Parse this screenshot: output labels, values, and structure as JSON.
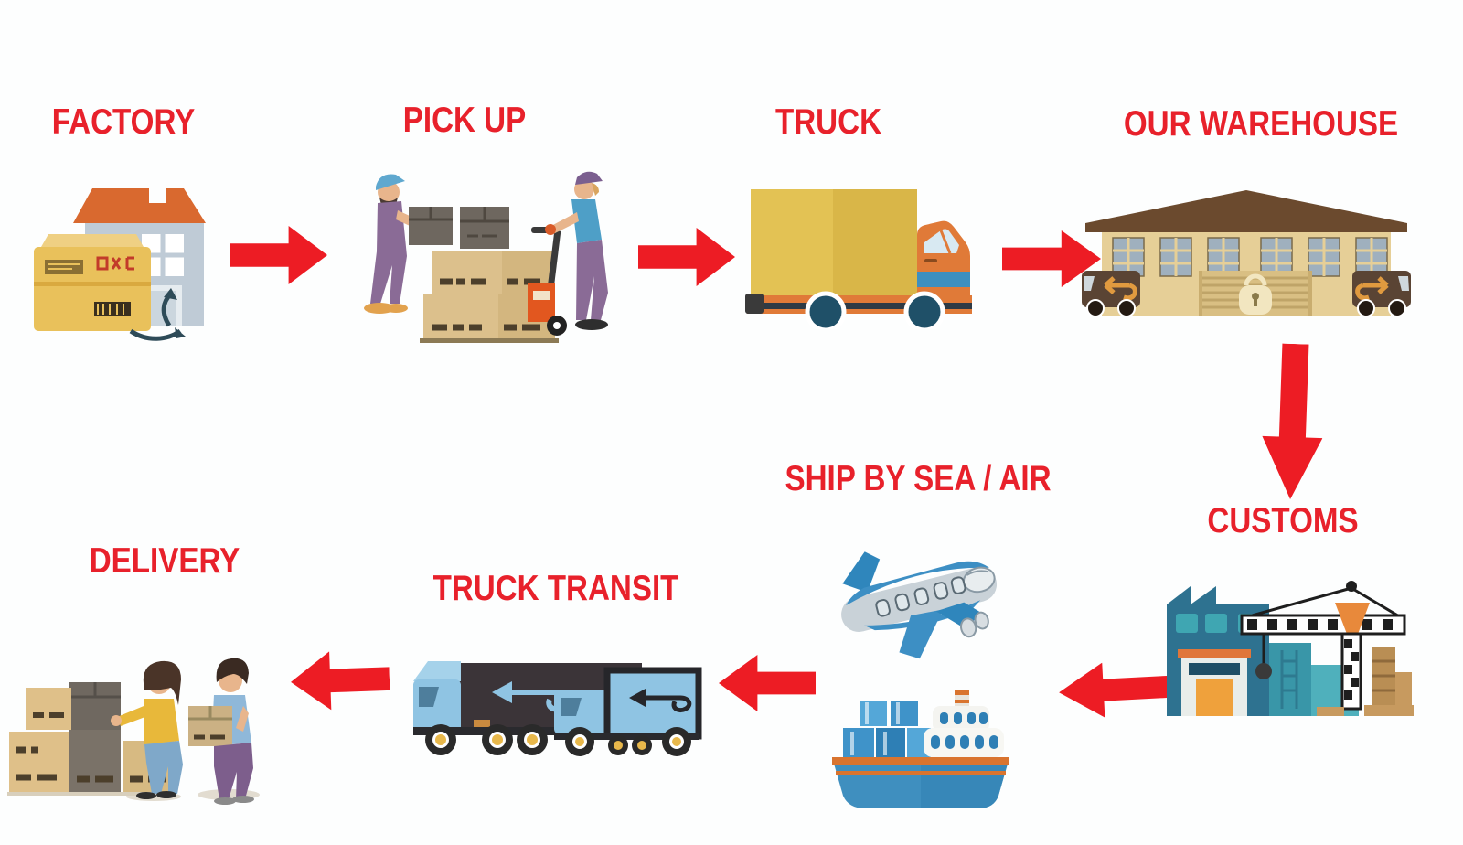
{
  "diagram": {
    "type": "flowchart",
    "topic": "Freight shipping / logistics process",
    "stages": [
      {
        "id": "factory",
        "label": "FACTORY",
        "illustration": "factory-building-with-cardboard-package"
      },
      {
        "id": "pick-up",
        "label": "PICK UP",
        "illustration": "two-workers-loading-boxes-with-hand-truck"
      },
      {
        "id": "truck",
        "label": "TRUCK",
        "illustration": "box-truck-with-yellow-cargo"
      },
      {
        "id": "our-warehouse",
        "label": "OUR WAREHOUSE",
        "illustration": "warehouse-building-with-two-delivery-vans"
      },
      {
        "id": "customs",
        "label": "CUSTOMS",
        "illustration": "port-facility-with-crane-and-cargo-crates"
      },
      {
        "id": "ship-by-sea-air",
        "label": "SHIP BY SEA / AIR",
        "illustration": "airplane-and-container-ship"
      },
      {
        "id": "truck-transit",
        "label": "TRUCK TRANSIT",
        "illustration": "two-semi-trailer-trucks"
      },
      {
        "id": "delivery",
        "label": "DELIVERY",
        "illustration": "courier-handing-box-to-customer-with-box-stack"
      }
    ],
    "arrows": [
      {
        "from": "factory",
        "to": "pick-up",
        "direction": "right"
      },
      {
        "from": "pick-up",
        "to": "truck",
        "direction": "right"
      },
      {
        "from": "truck",
        "to": "our-warehouse",
        "direction": "right"
      },
      {
        "from": "our-warehouse",
        "to": "customs",
        "direction": "down"
      },
      {
        "from": "customs",
        "to": "ship-by-sea-air",
        "direction": "left"
      },
      {
        "from": "ship-by-sea-air",
        "to": "truck-transit",
        "direction": "left"
      },
      {
        "from": "truck-transit",
        "to": "delivery",
        "direction": "left"
      }
    ],
    "colors": {
      "label": "#E8212B",
      "arrow": "#ED1C24",
      "background": "#FDFEFE",
      "roof_orange": "#D9692F",
      "cardboard_tan": "#DCC08C",
      "cargo_yellow": "#E3C254",
      "warehouse_tan": "#E6CF97",
      "van_brown": "#5A4434",
      "customs_teal": "#2E7290",
      "sea_air_blue": "#3D8FC4",
      "transit_light_blue": "#8FC4E3",
      "overalls_purple": "#8A6B96"
    }
  }
}
